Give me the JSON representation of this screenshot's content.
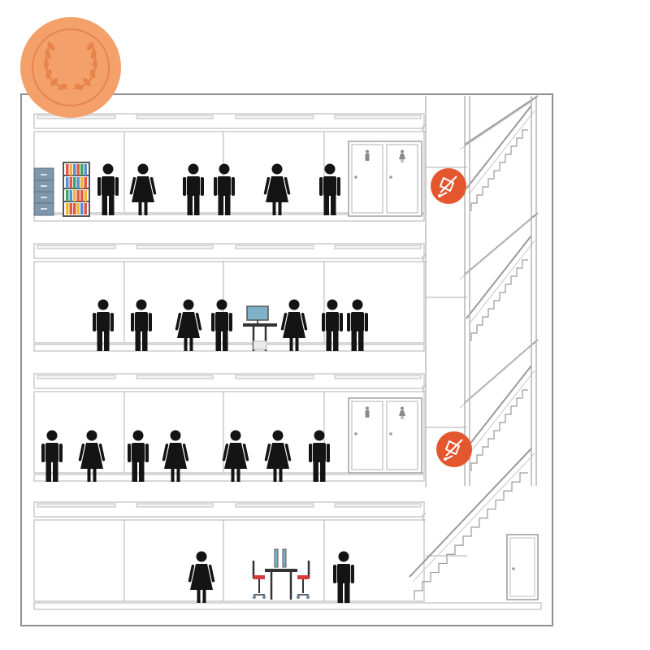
{
  "colors": {
    "wall": "#bdbdbd",
    "wall_dark": "#8f8f8f",
    "person": "#141414",
    "badge": "#f4a06a",
    "badge_ring": "#e6854b",
    "evac": "#e4572e",
    "cabinet": "#7f97ab",
    "monitor": "#7fb2c8",
    "chair_seat": "#d63a3a"
  },
  "icons": {
    "badge": "laurel-wreath-badge-icon",
    "evac_chair": "evacuation-chair-icon",
    "restroom_male": "male-restroom-icon",
    "restroom_female": "female-restroom-icon"
  },
  "floors": [
    {
      "name": "floor-4",
      "people": [
        "male",
        "female",
        "male",
        "male",
        "female",
        "male"
      ],
      "has_restrooms": true,
      "has_evac_chair": true,
      "furniture": [
        "filing-cabinet",
        "bookshelf"
      ]
    },
    {
      "name": "floor-3",
      "people": [
        "male",
        "male",
        "female",
        "male",
        "female",
        "male",
        "male"
      ],
      "has_restrooms": false,
      "has_evac_chair": false,
      "furniture": [
        "standing-desk"
      ]
    },
    {
      "name": "floor-2",
      "people": [
        "male",
        "female",
        "male",
        "female",
        "female",
        "female",
        "male"
      ],
      "has_restrooms": true,
      "has_evac_chair": true,
      "furniture": []
    },
    {
      "name": "floor-1",
      "people": [
        "female",
        "male"
      ],
      "has_restrooms": false,
      "has_evac_chair": false,
      "furniture": [
        "workstation-desk"
      ],
      "has_exit_door": true
    }
  ]
}
